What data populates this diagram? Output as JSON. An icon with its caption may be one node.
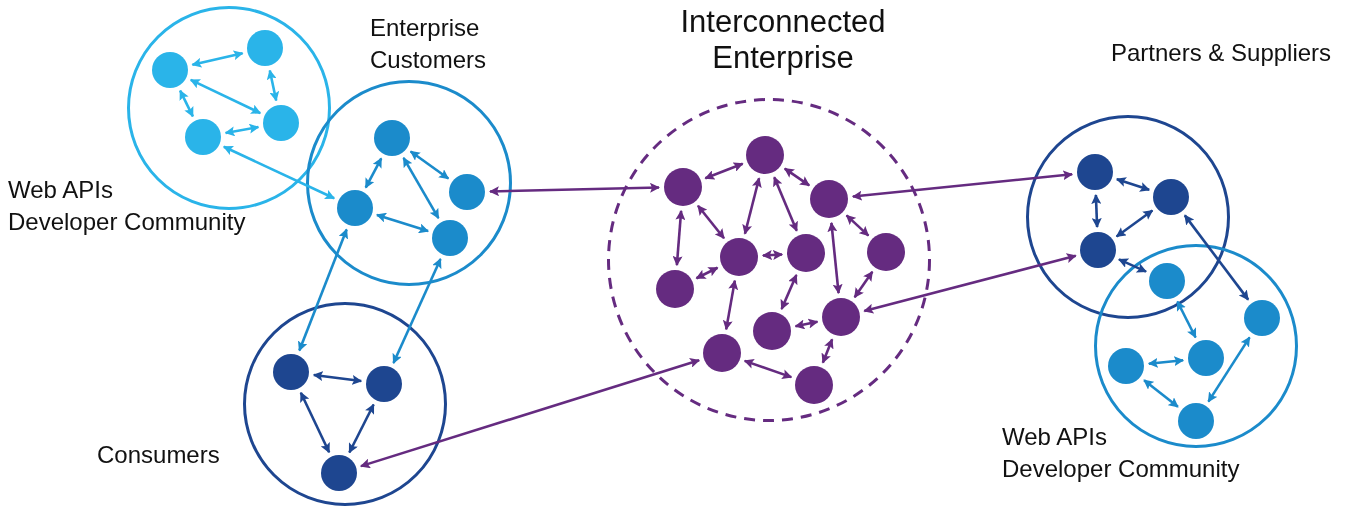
{
  "diagram": {
    "nodes": [
      {
        "text": [
          "Web APIs Developer Community"
        ]
      },
      {
        "text": [],
        "shape": "circle",
        "in": 0
      },
      {
        "text": [],
        "shape": "circle",
        "in": 0
      },
      {
        "text": [],
        "shape": "circle",
        "in": 0
      },
      {
        "text": [],
        "shape": "circle",
        "in": 0
      },
      {
        "text": [
          "Enterprise Customers"
        ]
      },
      {
        "text": [],
        "shape": "circle",
        "in": 5
      },
      {
        "text": [],
        "shape": "circle",
        "in": 5
      },
      {
        "text": [],
        "shape": "circle",
        "in": 5
      },
      {
        "text": [],
        "shape": "circle",
        "in": 5
      },
      {
        "text": [
          "Consumers"
        ]
      },
      {
        "text": [],
        "shape": "circle",
        "in": 10
      },
      {
        "text": [],
        "shape": "circle",
        "in": 10
      },
      {
        "text": [],
        "shape": "circle",
        "in": 10
      },
      {
        "text": [
          "Interconnected Enterprise"
        ]
      },
      {
        "text": [],
        "shape": "circle",
        "in": 14
      },
      {
        "text": [],
        "shape": "circle",
        "in": 14
      },
      {
        "text": [],
        "shape": "circle",
        "in": 14
      },
      {
        "text": [],
        "shape": "circle",
        "in": 14
      },
      {
        "text": [],
        "shape": "circle",
        "in": 14
      },
      {
        "text": [],
        "shape": "circle",
        "in": 14
      },
      {
        "text": [],
        "shape": "circle",
        "in": 14
      },
      {
        "text": [],
        "shape": "circle",
        "in": 14
      },
      {
        "text": [],
        "shape": "circle",
        "in": 14
      },
      {
        "text": [],
        "shape": "circle",
        "in": 14
      },
      {
        "text": [],
        "shape": "circle",
        "in": 14
      },
      {
        "text": [
          "Partners & Suppliers"
        ]
      },
      {
        "text": [],
        "shape": "circle",
        "in": 26
      },
      {
        "text": [],
        "shape": "circle",
        "in": 26
      },
      {
        "text": [],
        "shape": "circle",
        "in": 26
      },
      {
        "text": [
          "Web APIs Developer Community"
        ]
      },
      {
        "text": [],
        "shape": "circle"
      },
      {
        "text": [],
        "shape": "circle",
        "in": 30
      },
      {
        "text": [],
        "shape": "circle",
        "in": 30
      },
      {
        "text": [],
        "shape": "circle",
        "in": 30
      },
      {
        "text": [],
        "shape": "circle",
        "in": 30
      }
    ],
    "edges": [
      {
        "from": 1,
        "to": 2,
        "arrow": "both",
        "color": "#2ab4e9"
      },
      {
        "from": 2,
        "to": 4,
        "arrow": "both",
        "color": "#2ab4e9"
      },
      {
        "from": 1,
        "to": 4,
        "arrow": "both",
        "color": "#2ab4e9"
      },
      {
        "from": 1,
        "to": 3,
        "arrow": "both",
        "color": "#2ab4e9"
      },
      {
        "from": 3,
        "to": 4,
        "arrow": "both",
        "color": "#2ab4e9"
      },
      {
        "from": 3,
        "to": 7,
        "arrow": "both",
        "color": "#2ab4e9"
      },
      {
        "from": 6,
        "to": 7,
        "arrow": "both",
        "color": "#1b8bcb"
      },
      {
        "from": 6,
        "to": 8,
        "arrow": "both",
        "color": "#1b8bcb"
      },
      {
        "from": 6,
        "to": 9,
        "arrow": "both",
        "color": "#1b8bcb"
      },
      {
        "from": 7,
        "to": 9,
        "arrow": "both",
        "color": "#1b8bcb"
      },
      {
        "from": 7,
        "to": 11,
        "arrow": "both",
        "color": "#1b8bcb"
      },
      {
        "from": 9,
        "to": 12,
        "arrow": "both",
        "color": "#1b8bcb"
      },
      {
        "from": 11,
        "to": 12,
        "arrow": "both",
        "color": "#1e4690"
      },
      {
        "from": 11,
        "to": 13,
        "arrow": "both",
        "color": "#1e4690"
      },
      {
        "from": 12,
        "to": 13,
        "arrow": "both",
        "color": "#1e4690"
      },
      {
        "from": 8,
        "to": 16,
        "arrow": "both"
      },
      {
        "from": 13,
        "to": 24,
        "arrow": "both"
      },
      {
        "from": 15,
        "to": 16,
        "arrow": "both"
      },
      {
        "from": 15,
        "to": 18,
        "arrow": "both"
      },
      {
        "from": 15,
        "to": 19,
        "arrow": "both"
      },
      {
        "from": 15,
        "to": 17,
        "arrow": "both"
      },
      {
        "from": 16,
        "to": 21,
        "arrow": "both"
      },
      {
        "from": 16,
        "to": 18,
        "arrow": "both"
      },
      {
        "from": 18,
        "to": 21,
        "arrow": "both"
      },
      {
        "from": 18,
        "to": 19,
        "arrow": "both"
      },
      {
        "from": 18,
        "to": 24,
        "arrow": "both"
      },
      {
        "from": 19,
        "to": 22,
        "arrow": "both"
      },
      {
        "from": 17,
        "to": 23,
        "arrow": "both"
      },
      {
        "from": 17,
        "to": 20,
        "arrow": "both"
      },
      {
        "from": 20,
        "to": 23,
        "arrow": "both"
      },
      {
        "from": 22,
        "to": 23,
        "arrow": "both"
      },
      {
        "from": 23,
        "to": 25,
        "arrow": "both"
      },
      {
        "from": 24,
        "to": 25,
        "arrow": "both"
      },
      {
        "from": 17,
        "to": 27,
        "arrow": "both"
      },
      {
        "from": 23,
        "to": 29,
        "arrow": "both"
      },
      {
        "from": 27,
        "to": 28,
        "arrow": "both",
        "color": "#1e4690"
      },
      {
        "from": 27,
        "to": 29,
        "arrow": "both",
        "color": "#1e4690"
      },
      {
        "from": 28,
        "to": 29,
        "arrow": "both",
        "color": "#1e4690"
      },
      {
        "from": 29,
        "to": 31,
        "arrow": "both",
        "color": "#1e4690"
      },
      {
        "from": 28,
        "to": 32,
        "arrow": "both",
        "color": "#1e4690"
      },
      {
        "from": 31,
        "to": 34,
        "arrow": "both",
        "color": "#1b8bcb"
      },
      {
        "from": 33,
        "to": 34,
        "arrow": "both",
        "color": "#1b8bcb"
      },
      {
        "from": 33,
        "to": 35,
        "arrow": "both",
        "color": "#1b8bcb"
      },
      {
        "from": 32,
        "to": 35,
        "arrow": "both",
        "color": "#1b8bcb"
      }
    ]
  }
}
